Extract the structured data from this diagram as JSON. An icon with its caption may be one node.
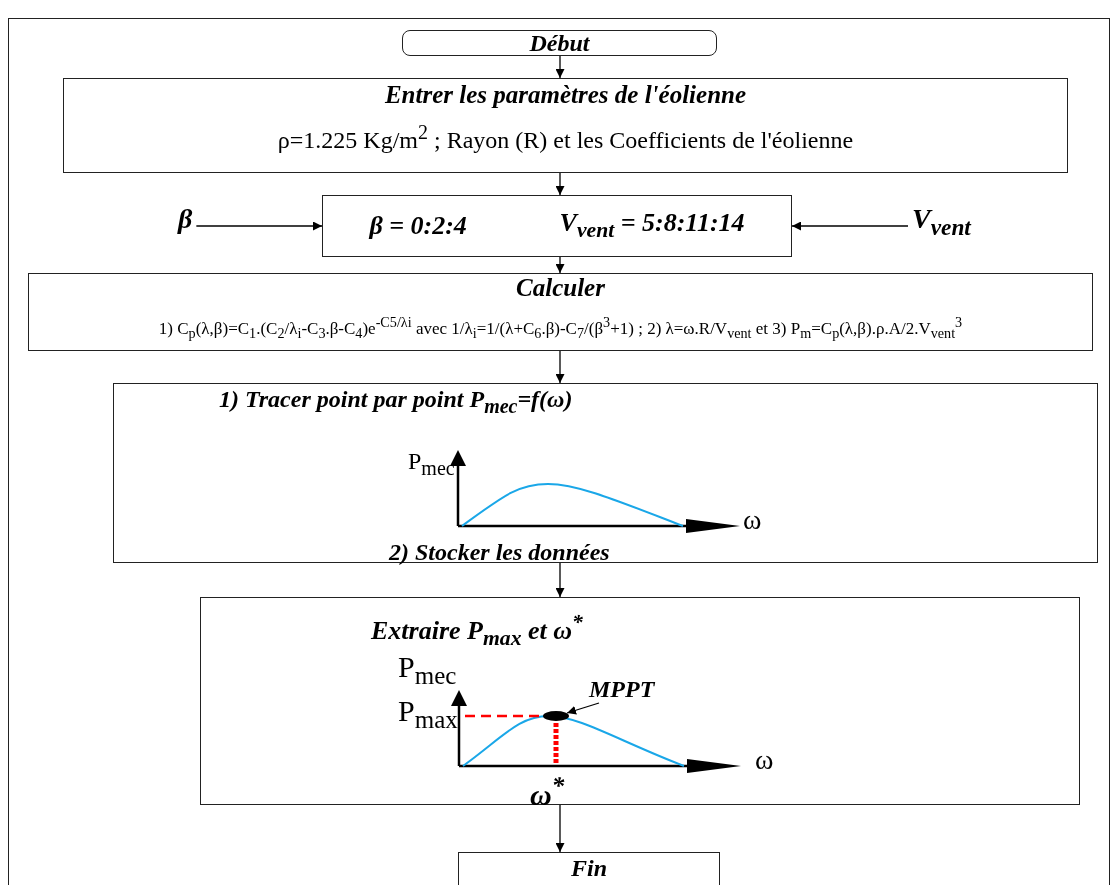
{
  "diagram": {
    "nodes": [
      {
        "text": [
          "Début"
        ]
      },
      {
        "text": [
          "Entrer les paramètres de l'éolienne",
          "ρ=1.225 Kg/m$^{2}$ ; Rayon (R) et les Coefficients de l'éolienne"
        ]
      },
      {
        "text": [
          "β"
        ]
      },
      {
        "text": [
          "β = 0:2:4",
          "V$_{vent}$ = 5:8:11:14"
        ]
      },
      {
        "text": [
          "V$_{vent}$"
        ]
      },
      {
        "text": [
          "Calculer",
          "1) C$_{p}$(λ,β)=C$_{1}$.(C$_{2}$/λ$_{i}$-C$_{3}$.β-C$_{4}$)e$^{-C5/λi}$ avec 1/λ$_{i}$=1/(λ+C$_{6}$.β)-C$_{7}$/(β$^{3}$+1) ; 2) λ=ω.R/V$_{vent}$ et 3) P$_{m}$=C$_{p}$(λ,β).ρ.A/2.V$_{vent}$$^{3}$"
        ]
      },
      {
        "text": [
          "1) Tracer point par point P$_{mec}$=f(ω)",
          "2) Stocker les données"
        ]
      },
      {
        "text": [
          "Extraire P$_{max}$ et ω$^{*}$"
        ]
      },
      {
        "text": [
          "MPPT"
        ],
        "in": 7
      },
      {
        "text": [],
        "shape": "circle",
        "in": 7
      },
      {
        "text": [
          "Fin"
        ]
      }
    ],
    "edges": [
      {
        "from": 0,
        "to": 1,
        "arrow": "to"
      },
      {
        "from": 1,
        "to": 3,
        "arrow": "to"
      },
      {
        "from": 2,
        "to": 3,
        "arrow": "to"
      },
      {
        "from": 4,
        "to": 3,
        "arrow": "to"
      },
      {
        "from": 3,
        "to": 5,
        "arrow": "to"
      },
      {
        "from": 5,
        "to": 6,
        "arrow": "to"
      },
      {
        "from": 6,
        "to": 7,
        "arrow": "to"
      },
      {
        "from": 7,
        "to": 10,
        "arrow": "to"
      },
      {
        "from": 8,
        "to": 9,
        "arrow": "to"
      }
    ],
    "labels": [
      "P$_{mec}$",
      "ω",
      "P$_{mec}$",
      "P$_{max}$",
      "ω",
      "ω$^{*}$"
    ]
  }
}
